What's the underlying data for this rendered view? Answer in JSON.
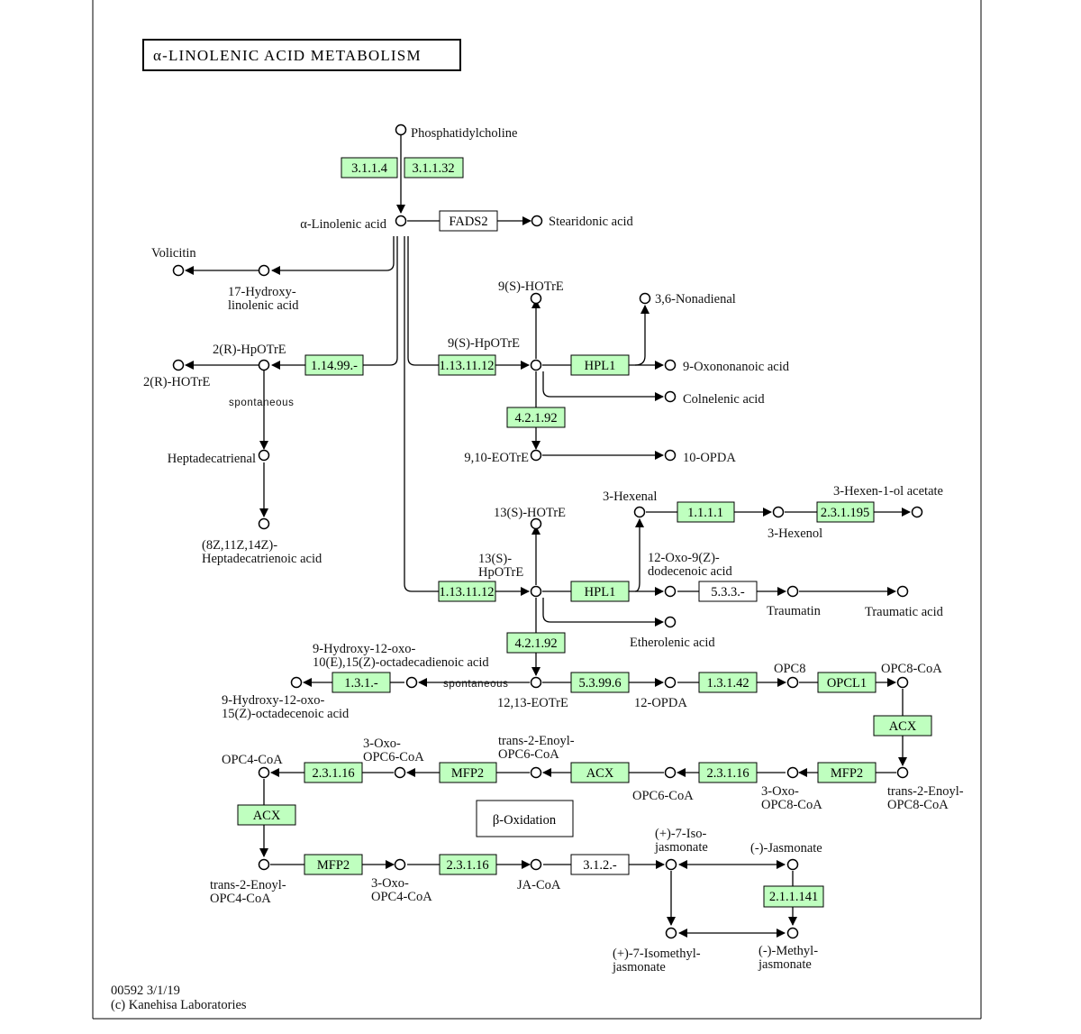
{
  "title": "α-LINOLENIC ACID METABOLISM",
  "footer": {
    "map_id": "00592 3/1/19",
    "copyright": "(c) Kanehisa Laboratories"
  },
  "colors": {
    "enzyme_fill": "#bfffbf",
    "border": "#000000",
    "background": "#ffffff"
  },
  "compounds": {
    "phosphatidylcholine": "Phosphatidylcholine",
    "alpha_linolenic": "α-Linolenic acid",
    "stearidonic": "Stearidonic acid",
    "volicitin": "Volicitin",
    "hydroxy17_a": "17-Hydroxy-",
    "hydroxy17_b": "linolenic acid",
    "hpotre2r": "2(R)-HpOTrE",
    "hotre2r": "2(R)-HOTrE",
    "heptadecatrienal": "Heptadecatrienal",
    "heptadeca_acid_a": "(8Z,11Z,14Z)-",
    "heptadeca_acid_b": "Heptadecatrienoic acid",
    "hotre9s": "9(S)-HOTrE",
    "hpotre9s": "9(S)-HpOTrE",
    "nonadienal": "3,6-Nonadienal",
    "oxononanoic": "9-Oxononanoic acid",
    "colnelenic": "Colnelenic acid",
    "eotre910": "9,10-EOTrE",
    "opda10": "10-OPDA",
    "hexenal": "3-Hexenal",
    "hexenol": "3-Hexenol",
    "hexenyl_acetate": "3-Hexen-1-ol acetate",
    "hotre13s": "13(S)-HOTrE",
    "hpotre13s_a": "13(S)-",
    "hpotre13s_b": "HpOTrE",
    "oxo_dodecenoic_a": "12-Oxo-9(Z)-",
    "oxo_dodecenoic_b": "dodecenoic acid",
    "traumatin": "Traumatin",
    "traumatic": "Traumatic acid",
    "etherolenic": "Etherolenic acid",
    "hydroxy_oxo_dien_a": "9-Hydroxy-12-oxo-",
    "hydroxy_oxo_dien_b": "10(E),15(Z)-octadecadienoic acid",
    "hydroxy_oxo_en_a": "9-Hydroxy-12-oxo-",
    "hydroxy_oxo_en_b": "15(Z)-octadecenoic acid",
    "eotre1213": "12,13-EOTrE",
    "opda12": "12-OPDA",
    "opc8": "OPC8",
    "opc8coa": "OPC8-CoA",
    "enoyl_opc8_a": "trans-2-Enoyl-",
    "enoyl_opc8_b": "OPC8-CoA",
    "oxo_opc8_a": "3-Oxo-",
    "oxo_opc8_b": "OPC8-CoA",
    "opc6coa": "OPC6-CoA",
    "enoyl_opc6_a": "trans-2-Enoyl-",
    "enoyl_opc6_b": "OPC6-CoA",
    "oxo_opc6_a": "3-Oxo-",
    "oxo_opc6_b": "OPC6-CoA",
    "opc4coa": "OPC4-CoA",
    "enoyl_opc4_a": "trans-2-Enoyl-",
    "enoyl_opc4_b": "OPC4-CoA",
    "oxo_opc4_a": "3-Oxo-",
    "oxo_opc4_b": "OPC4-CoA",
    "jacoa": "JA-CoA",
    "isojasmonate_a": "(+)-7-Iso-",
    "isojasmonate_b": "jasmonate",
    "jasmonate": "(-)-Jasmonate",
    "isomethyl_a": "(+)-7-Isomethyl-",
    "isomethyl_b": "jasmonate",
    "methyljas_a": "(-)-Methyl-",
    "methyljas_b": "jasmonate"
  },
  "spontaneous": {
    "s1": "spontaneous",
    "s2": "spontaneous"
  },
  "enzymes": {
    "e3114": "3.1.1.4",
    "e31132": "3.1.1.32",
    "fads2": "FADS2",
    "e11499": "1.14.99.-",
    "lox9": "1.13.11.12",
    "hpl9": "HPL1",
    "aos9": "4.2.1.92",
    "adh": "1.1.1.1",
    "aat": "2.3.1.195",
    "lox13": "1.13.11.12",
    "hpl13": "HPL1",
    "e533": "5.3.3.-",
    "aos13": "4.2.1.92",
    "e131": "1.3.1.-",
    "aoc": "5.3.99.6",
    "opr": "1.3.1.42",
    "opcl1": "OPCL1",
    "acx1": "ACX",
    "mfp2_1": "MFP2",
    "kat1": "2.3.1.16",
    "acx2": "ACX",
    "mfp2_2": "MFP2",
    "kat2": "2.3.1.16",
    "acx3": "ACX",
    "mfp2_3": "MFP2",
    "kat3": "2.3.1.16",
    "te": "3.1.2.-",
    "jmt": "2.1.1.141"
  },
  "map_link": "β-Oxidation"
}
